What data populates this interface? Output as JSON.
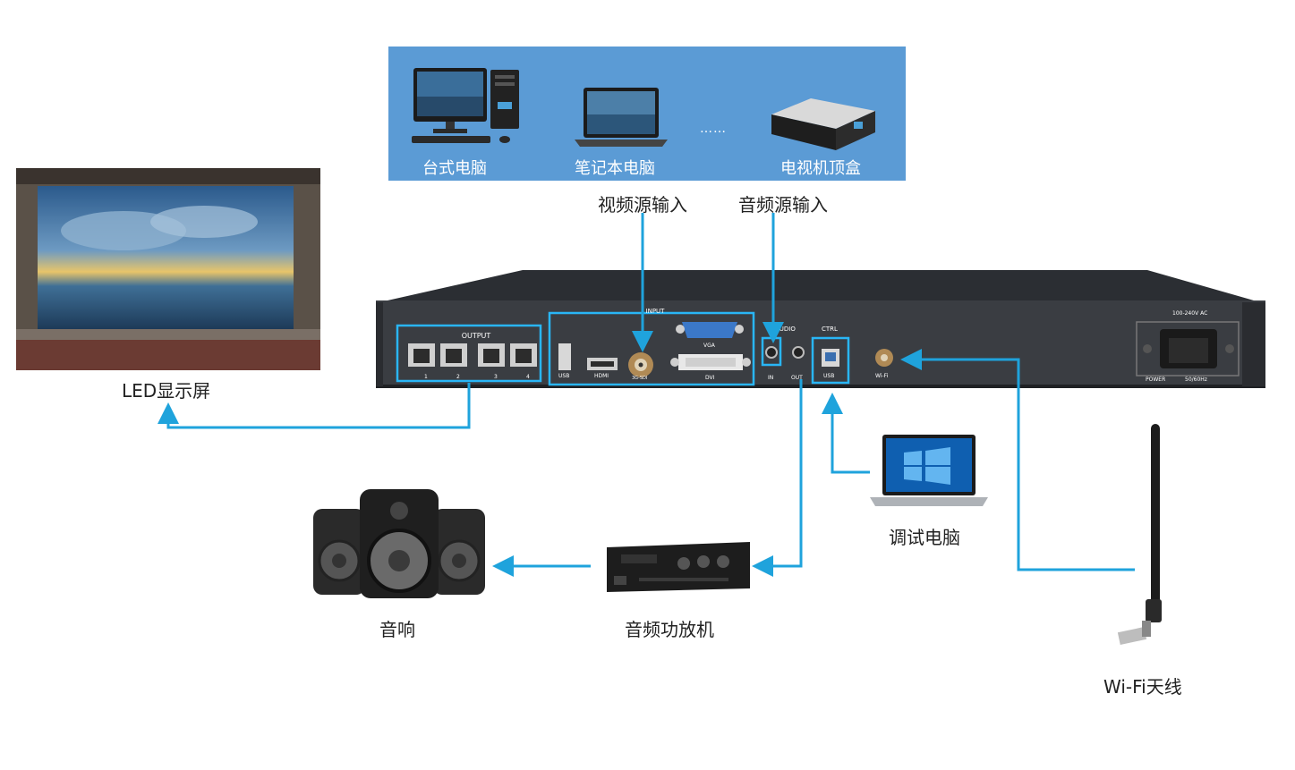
{
  "sources": {
    "desktop": "台式电脑",
    "laptop": "笔记本电脑",
    "ellipsis": "……",
    "settop": "电视机顶盒"
  },
  "inputs": {
    "video": "视频源输入",
    "audio": "音频源输入"
  },
  "device": {
    "output_title": "OUTPUT",
    "output_ports": [
      "1",
      "2",
      "3",
      "4"
    ],
    "input_title": "INPUT",
    "usb": "USB",
    "hdmi": "HDMI",
    "bnc": "3G-SDI",
    "vga": "VGA",
    "dvi": "DVI",
    "audio_title": "AUDIO",
    "audio_in": "IN",
    "audio_out": "OUT",
    "ctrl_title": "CTRL",
    "ctrl_usb": "USB",
    "wifi": "Wi-Fi",
    "power_spec": "100-240V AC",
    "power": "POWER",
    "freq": "50/60Hz"
  },
  "devices": {
    "led": "LED显示屏",
    "debug_pc": "调试电脑",
    "speaker": "音响",
    "amplifier": "音频功放机",
    "antenna": "Wi-Fi天线"
  },
  "colors": {
    "connector": "#1fa3dc",
    "panel": "#5b9bd5",
    "highlight": "#29b6f6"
  }
}
